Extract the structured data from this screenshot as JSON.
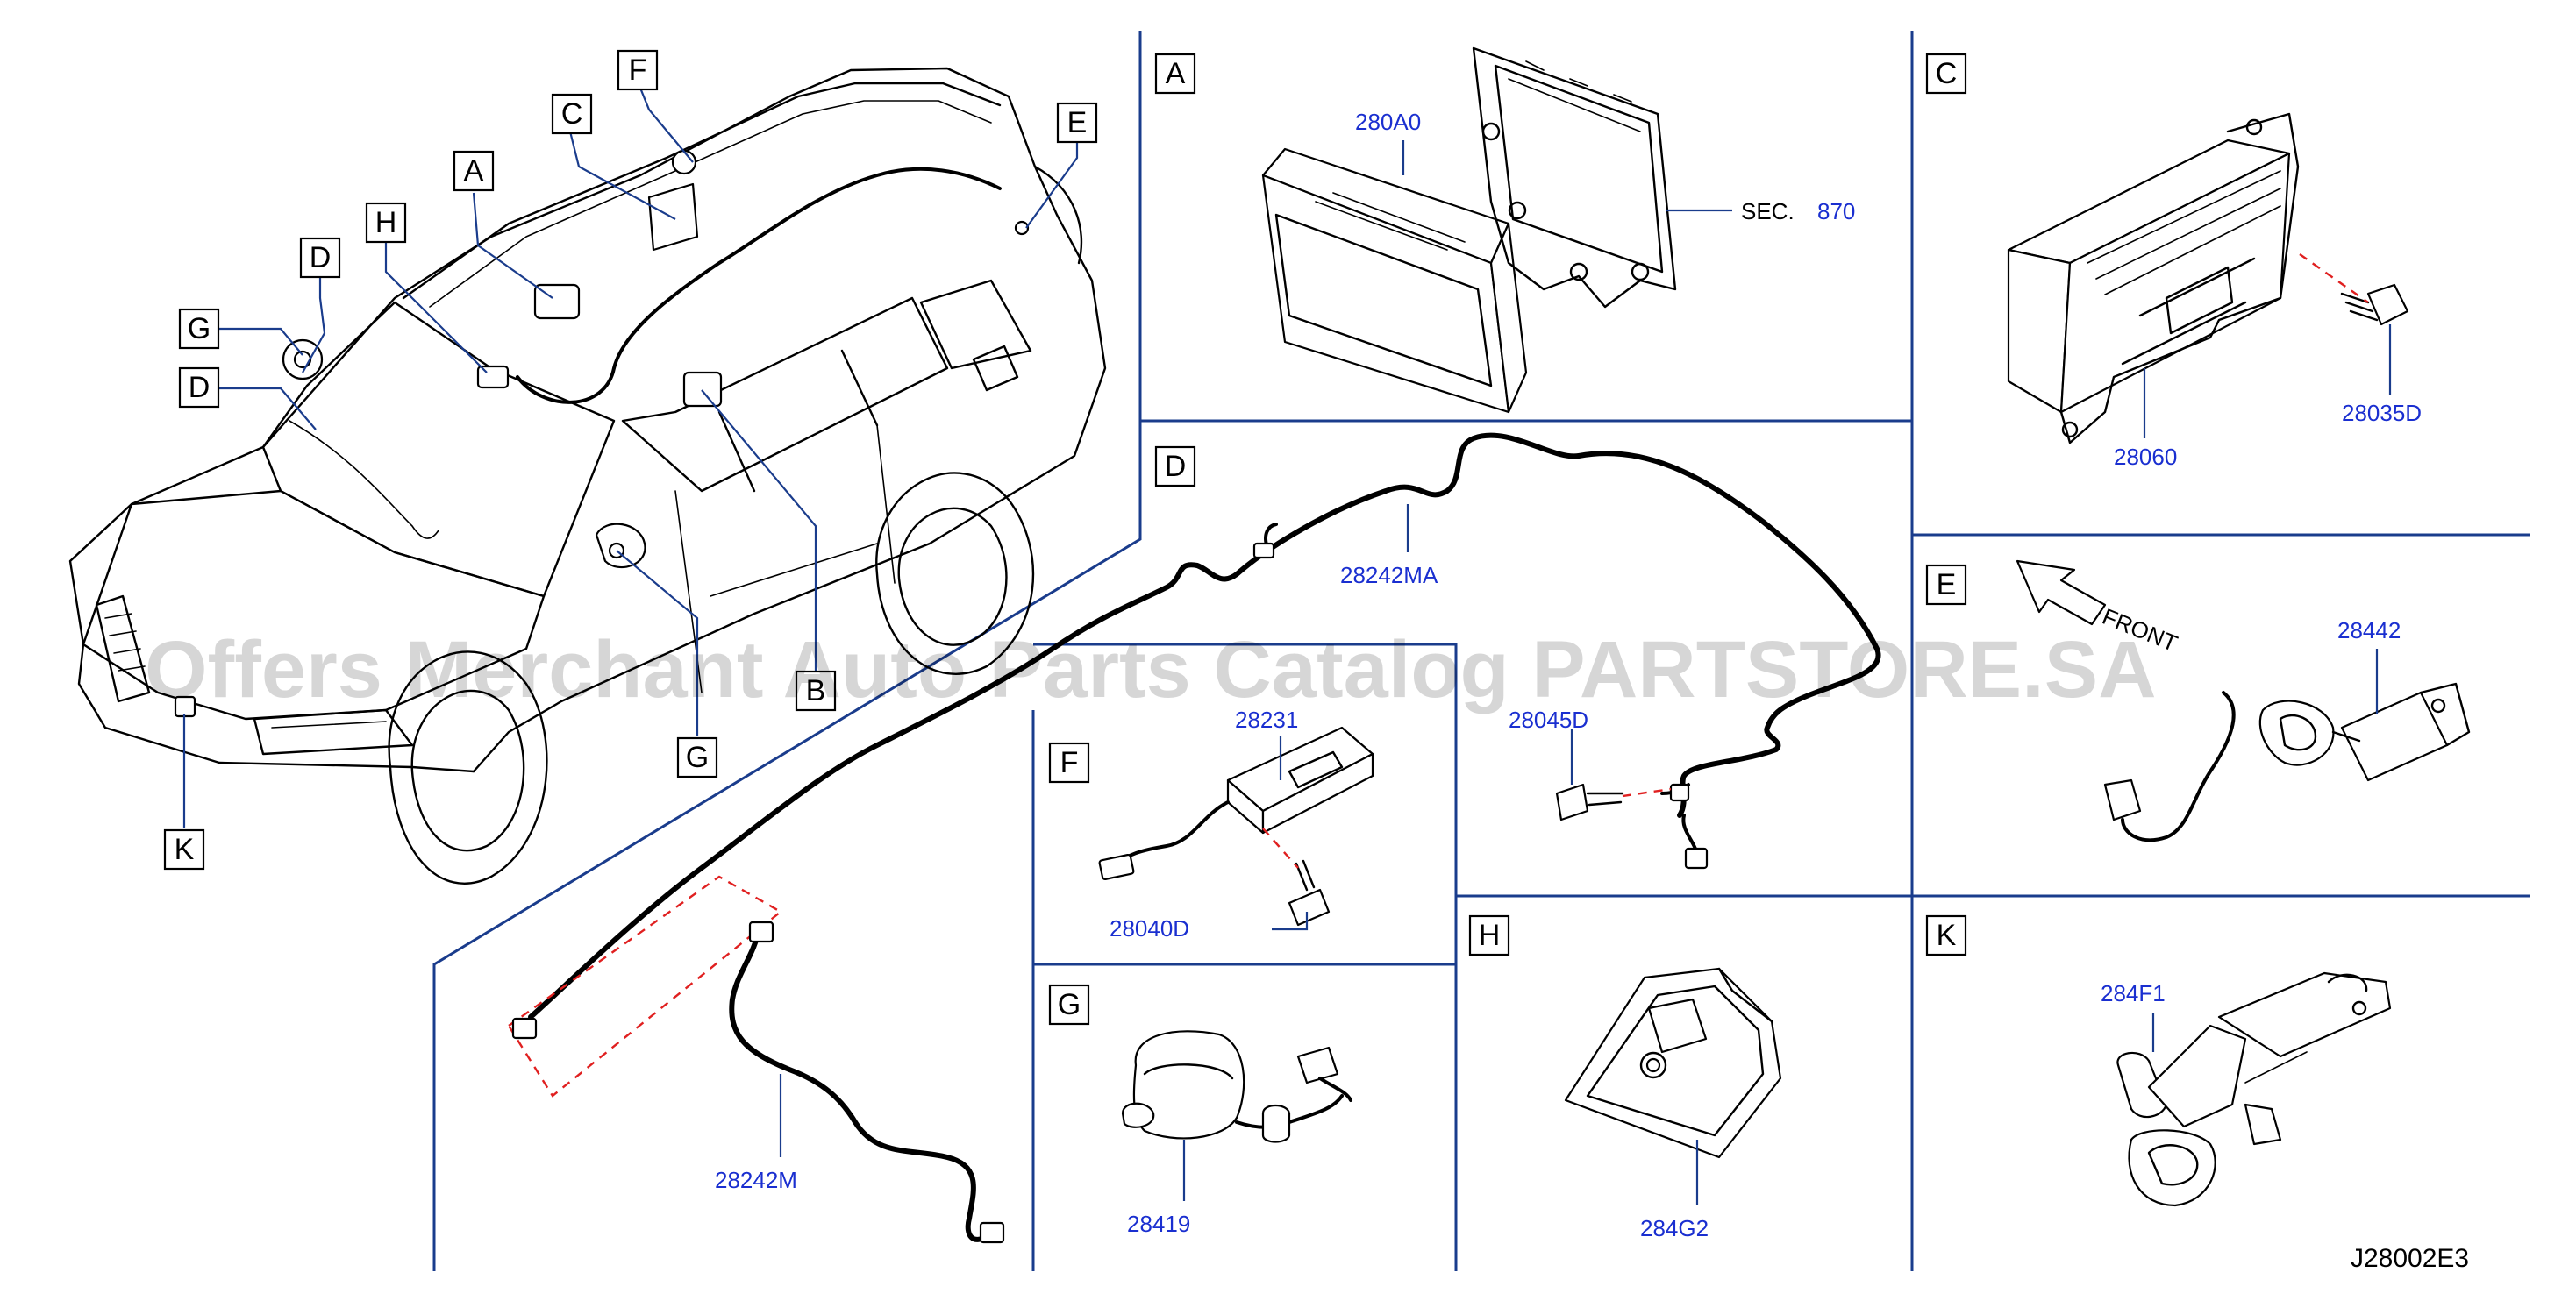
{
  "labels": {
    "A": "A",
    "B": "B",
    "C": "C",
    "D": "D",
    "E": "E",
    "F": "F",
    "G": "G",
    "H": "H",
    "K": "K"
  },
  "parts": {
    "p280A0": "280A0",
    "sec_text": "SEC.",
    "sec_num": "870",
    "p28060": "28060",
    "p28035D": "28035D",
    "p28242MA": "28242MA",
    "p28045D": "28045D",
    "p28442": "28442",
    "front": "FRONT",
    "p28231": "28231",
    "p28040D": "28040D",
    "p28419": "28419",
    "p284G2": "284G2",
    "p284F1": "284F1",
    "p28242M": "28242M"
  },
  "watermark": "Offers Merchant Auto Parts Catalog PARTSTORE.SA",
  "diagram_code": "J28002E3",
  "colors": {
    "divider": "#1a3c8c",
    "part_number": "#1a2fd0",
    "dashed_callout": "#e02020",
    "ink": "#000000"
  }
}
